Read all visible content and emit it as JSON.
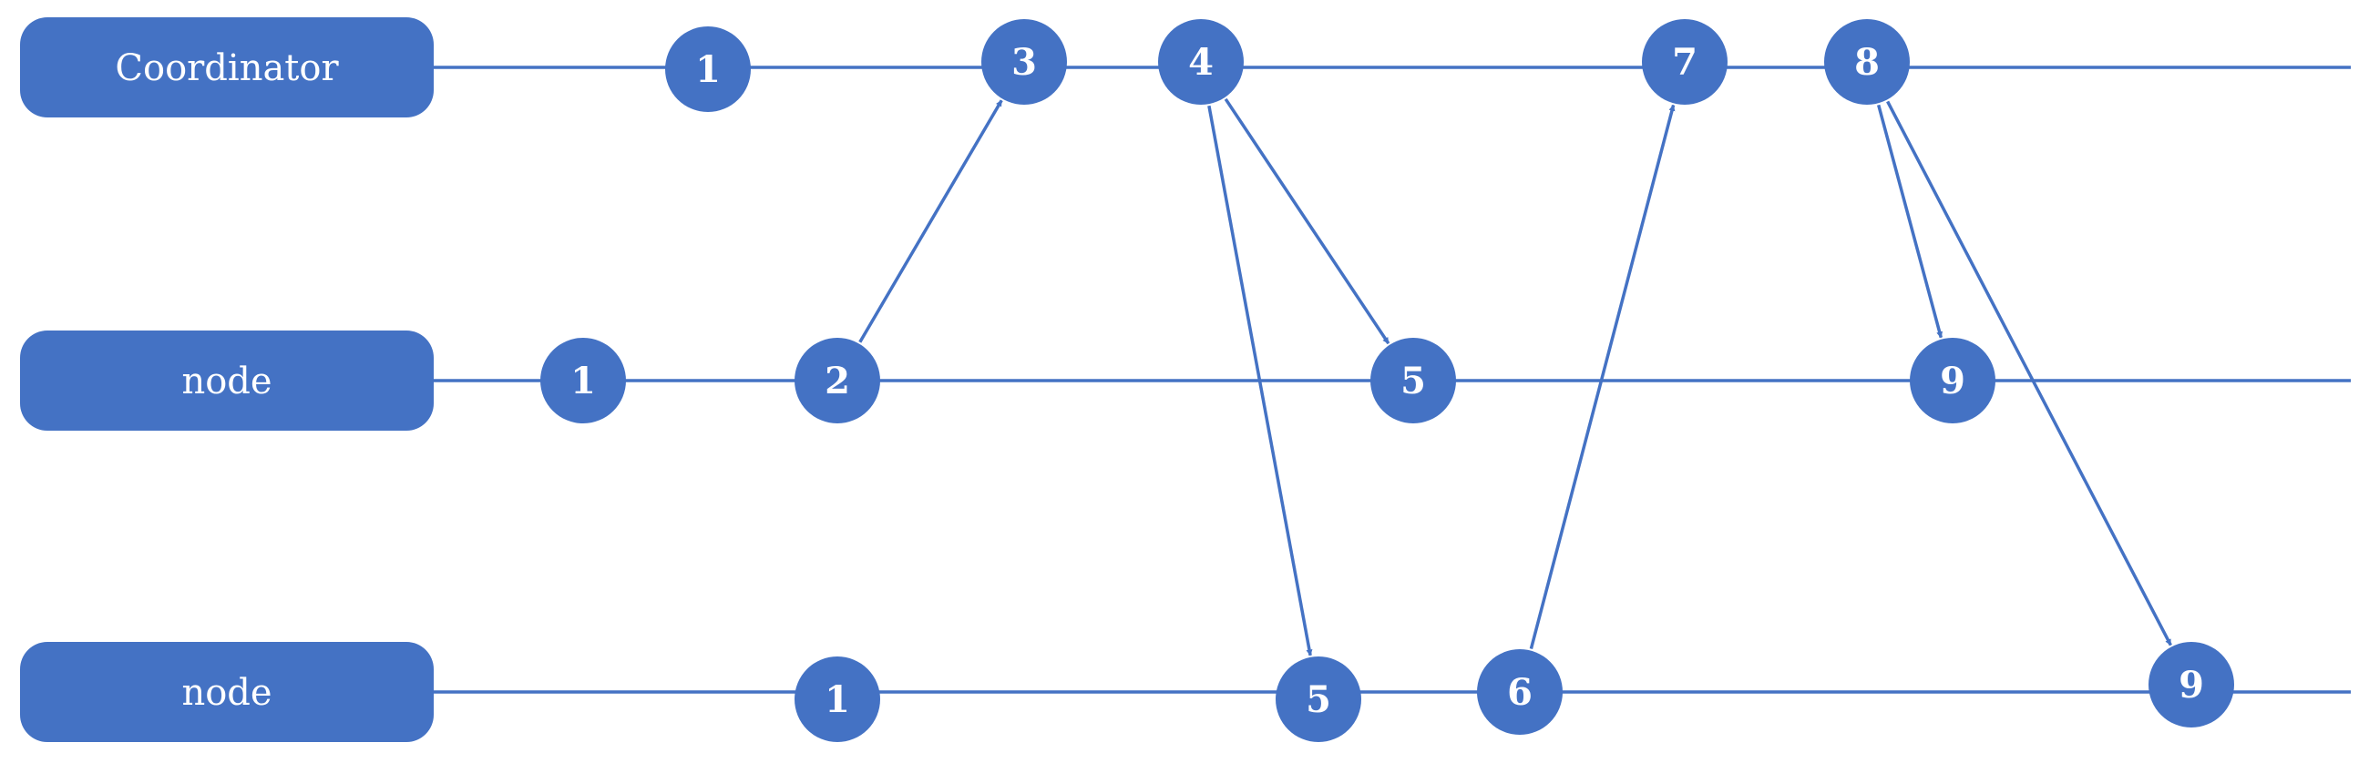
{
  "diagram": {
    "colors": {
      "primary": "#4472C4",
      "text": "#FFFFFF",
      "background": "#FFFFFF"
    },
    "lanes": [
      {
        "id": "coordinator",
        "label": "Coordinator"
      },
      {
        "id": "node-a",
        "label": "node"
      },
      {
        "id": "node-b",
        "label": "node"
      }
    ],
    "events": [
      {
        "id": "c1",
        "lane": "coordinator",
        "label": "1"
      },
      {
        "id": "c3",
        "lane": "coordinator",
        "label": "3"
      },
      {
        "id": "c4",
        "lane": "coordinator",
        "label": "4"
      },
      {
        "id": "c7",
        "lane": "coordinator",
        "label": "7"
      },
      {
        "id": "c8",
        "lane": "coordinator",
        "label": "8"
      },
      {
        "id": "a1",
        "lane": "node-a",
        "label": "1"
      },
      {
        "id": "a2",
        "lane": "node-a",
        "label": "2"
      },
      {
        "id": "a5",
        "lane": "node-a",
        "label": "5"
      },
      {
        "id": "a9",
        "lane": "node-a",
        "label": "9"
      },
      {
        "id": "b1",
        "lane": "node-b",
        "label": "1"
      },
      {
        "id": "b5",
        "lane": "node-b",
        "label": "5"
      },
      {
        "id": "b6",
        "lane": "node-b",
        "label": "6"
      },
      {
        "id": "b9",
        "lane": "node-b",
        "label": "9"
      }
    ],
    "messages": [
      {
        "from": "a2",
        "to": "c3"
      },
      {
        "from": "c4",
        "to": "a5"
      },
      {
        "from": "c4",
        "to": "b5"
      },
      {
        "from": "b6",
        "to": "c7"
      },
      {
        "from": "c8",
        "to": "a9"
      },
      {
        "from": "c8",
        "to": "b9"
      }
    ]
  }
}
